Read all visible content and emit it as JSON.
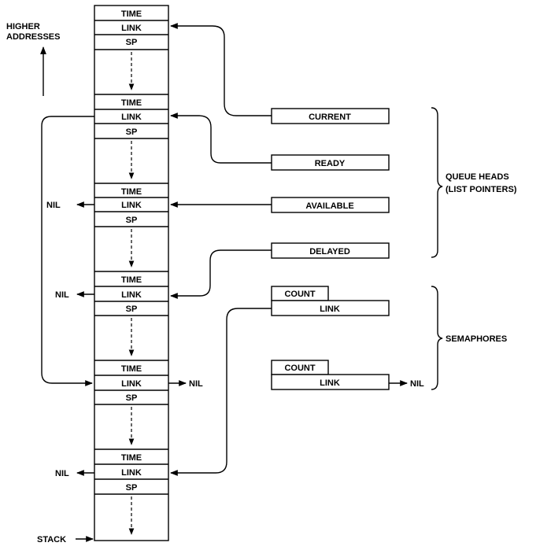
{
  "orientation": {
    "line1": "HIGHER",
    "line2": "ADDRESSES"
  },
  "tcb_fields": {
    "time": "TIME",
    "link": "LINK",
    "sp": "SP"
  },
  "queue_heads": [
    "CURRENT",
    "READY",
    "AVAILABLE",
    "DELAYED"
  ],
  "queue_heads_label": {
    "line1": "QUEUE HEADS",
    "line2": "(LIST POINTERS)"
  },
  "semaphore_fields": {
    "count": "COUNT",
    "link": "LINK"
  },
  "semaphores_label": "SEMAPHORES",
  "nil": "NIL",
  "stack": "STACK"
}
